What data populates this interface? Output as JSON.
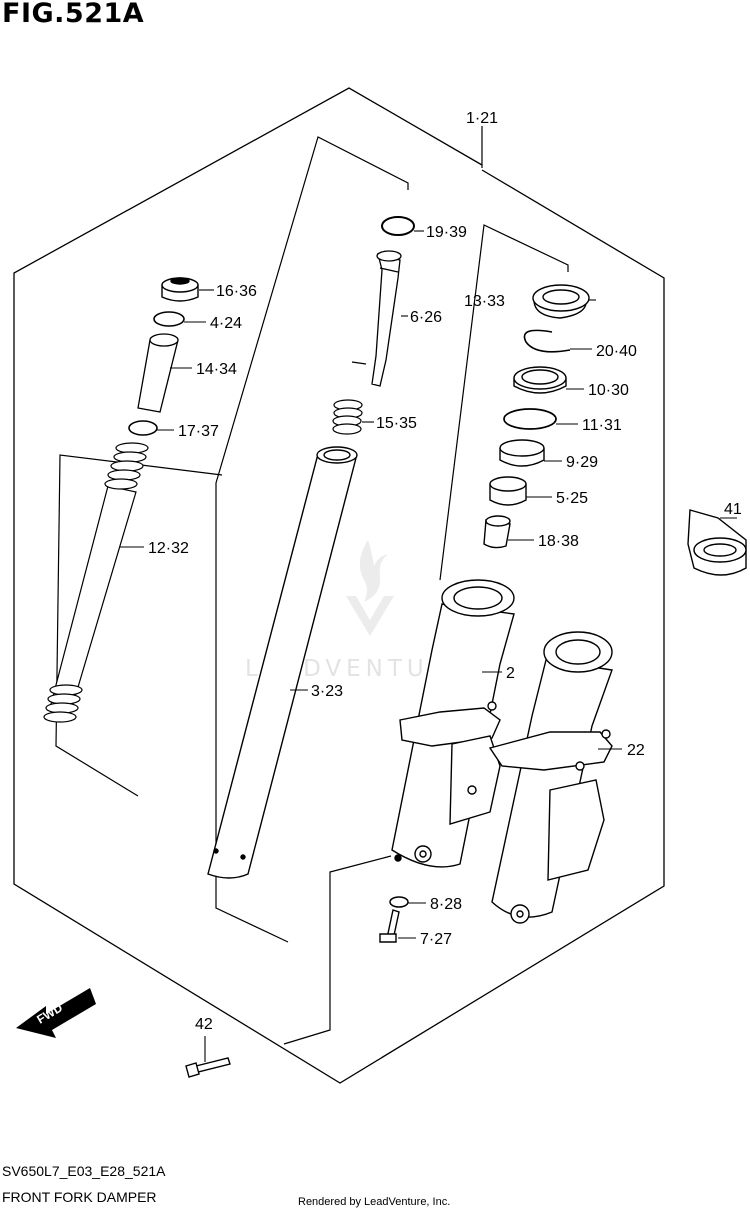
{
  "header": {
    "figure_title": "FIG.521A"
  },
  "footer": {
    "model_code": "SV650L7_E03_E28_521A",
    "diagram_name": "FRONT FORK DAMPER",
    "rendered_by": "Rendered by LeadVenture, Inc."
  },
  "watermark": {
    "text": "LEADVENTURE"
  },
  "direction_marker": {
    "text": "FWD"
  },
  "callouts": {
    "c1_21": "1·21",
    "c19_39": "19·39",
    "c16_36": "16·36",
    "c4_24": "4·24",
    "c6_26": "6·26",
    "c13_33": "13·33",
    "c20_40": "20·40",
    "c14_34": "14·34",
    "c10_30": "10·30",
    "c15_35": "15·35",
    "c17_37": "17·37",
    "c11_31": "11·31",
    "c9_29": "9·29",
    "c5_25": "5·25",
    "c41": "41",
    "c18_38": "18·38",
    "c12_32": "12·32",
    "c2": "2",
    "c3_23": "3·23",
    "c22": "22",
    "c8_28": "8·28",
    "c7_27": "7·27",
    "c42": "42"
  }
}
